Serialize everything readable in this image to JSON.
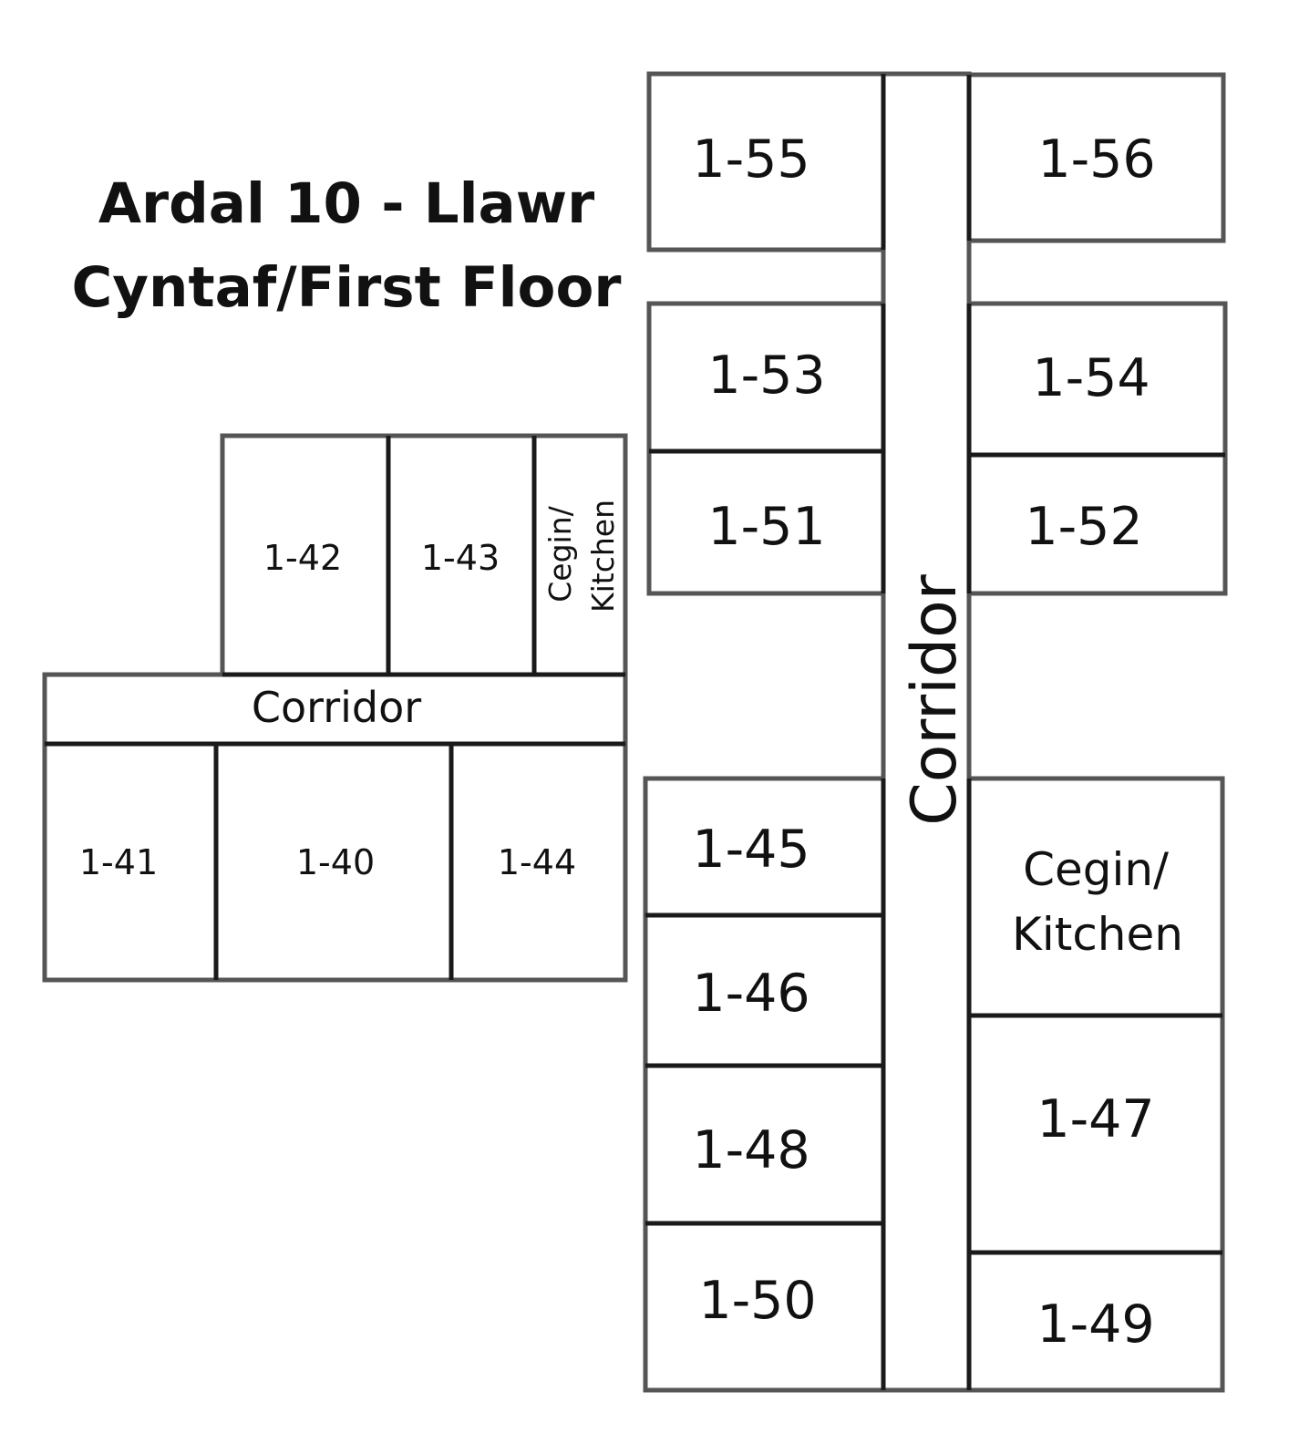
{
  "title": {
    "line1": "Ardal 10 - Llawr",
    "line2": "Cyntaf/First Floor"
  },
  "colors": {
    "wall": "#555555",
    "divider": "#1a1a1a",
    "text": "#111111"
  },
  "west_wing": {
    "rooms": {
      "r1_42": "1-42",
      "r1_43": "1-43",
      "r1_41": "1-41",
      "r1_40": "1-40",
      "r1_44": "1-44"
    },
    "kitchen": {
      "line1": "Cegin/",
      "line2": "Kitchen"
    },
    "corridor": "Corridor"
  },
  "east_wing": {
    "rooms": {
      "r1_55": "1-55",
      "r1_56": "1-56",
      "r1_53": "1-53",
      "r1_54": "1-54",
      "r1_51": "1-51",
      "r1_52": "1-52",
      "r1_45": "1-45",
      "r1_46": "1-46",
      "r1_48": "1-48",
      "r1_50": "1-50",
      "r1_47": "1-47",
      "r1_49": "1-49"
    },
    "kitchen": {
      "line1": "Cegin/",
      "line2": "Kitchen"
    },
    "corridor": "Corridor"
  }
}
